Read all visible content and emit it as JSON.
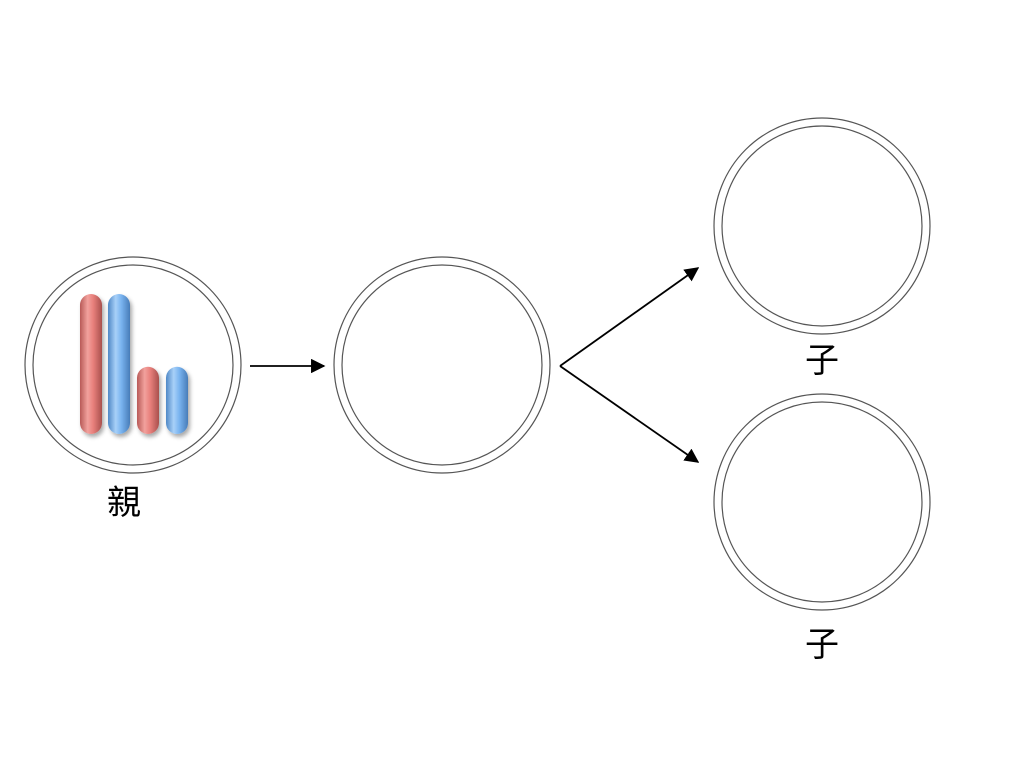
{
  "diagram": {
    "nodes": [
      {
        "id": "parent",
        "label": "親",
        "icon": "bar-chart-icon"
      },
      {
        "id": "middle",
        "label": ""
      },
      {
        "id": "child-top",
        "label": "子"
      },
      {
        "id": "child-bottom",
        "label": "子"
      }
    ],
    "edges": [
      {
        "from": "parent",
        "to": "middle"
      },
      {
        "from": "middle",
        "to": "child-top"
      },
      {
        "from": "middle",
        "to": "child-bottom"
      }
    ],
    "icon_bars": [
      {
        "color": "red",
        "level": 1.0
      },
      {
        "color": "blue",
        "level": 1.0
      },
      {
        "color": "red",
        "level": 0.48
      },
      {
        "color": "blue",
        "level": 0.48
      }
    ]
  },
  "colors": {
    "bar_red": "#e8807c",
    "bar_blue": "#7ab4f0",
    "outline": "#555555",
    "arrow": "#000000"
  }
}
